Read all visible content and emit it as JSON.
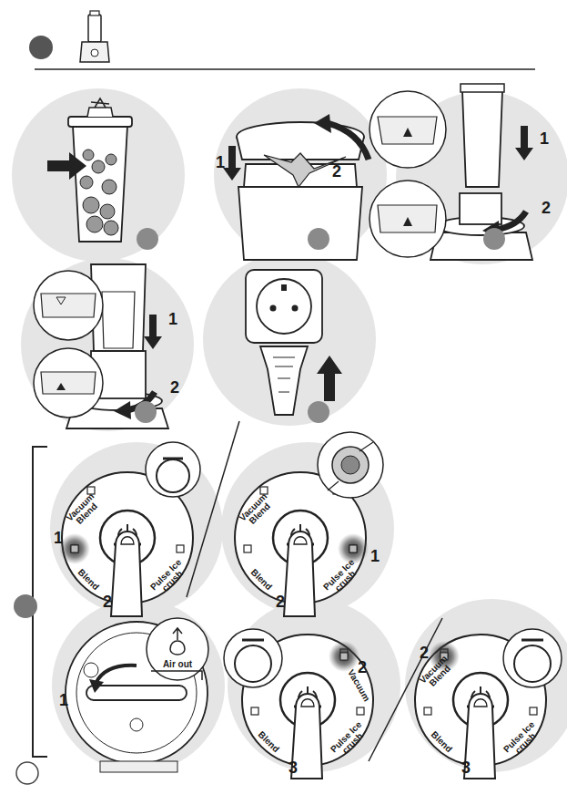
{
  "diagram": {
    "labels": [
      "1",
      "2",
      "1",
      "2",
      "1",
      "2",
      "Vacuum Blend",
      "Blend",
      "Pulse Ice crush",
      "1",
      "2",
      "Vacuum Blend",
      "Blend",
      "Pulse Ice crush",
      "2",
      "1",
      "Air out",
      "1",
      "Vacuum",
      "Blend",
      "Pulse Ice crush",
      "2",
      "3",
      "Vacuum Blend",
      "Blend",
      "Pulse Ice crush",
      "2",
      "3"
    ]
  }
}
